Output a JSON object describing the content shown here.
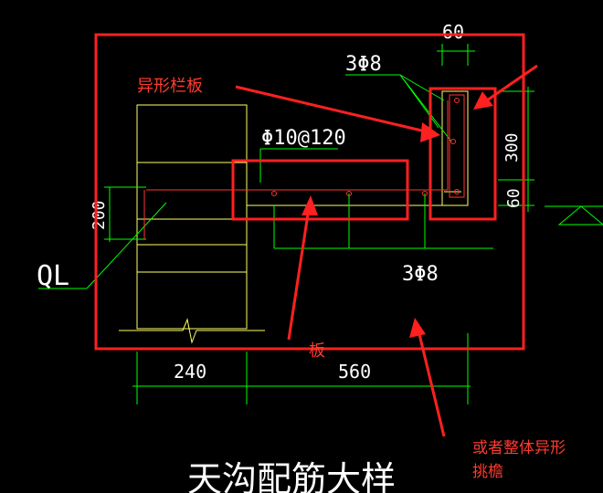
{
  "title": "天沟配筋大样",
  "labels": {
    "rebar_top": "3Φ8",
    "rebar_bottom": "3Φ8",
    "slab_rebar": "Φ10@120",
    "beam": "QL"
  },
  "dimensions": {
    "d60_top": "60",
    "d300": "300",
    "d60_side": "60",
    "d200": "200",
    "d240": "240",
    "d560": "560"
  },
  "annotations": {
    "parapet": "异形栏板",
    "slab": "板",
    "eave_line1": "或者整体异形",
    "eave_line2": "挑檐"
  },
  "colors": {
    "background": "#000000",
    "structure": "#ffff66",
    "dimension": "#00ff00",
    "rebar": "#ff3333",
    "annotation": "#ff2020",
    "text": "#ffffff"
  }
}
